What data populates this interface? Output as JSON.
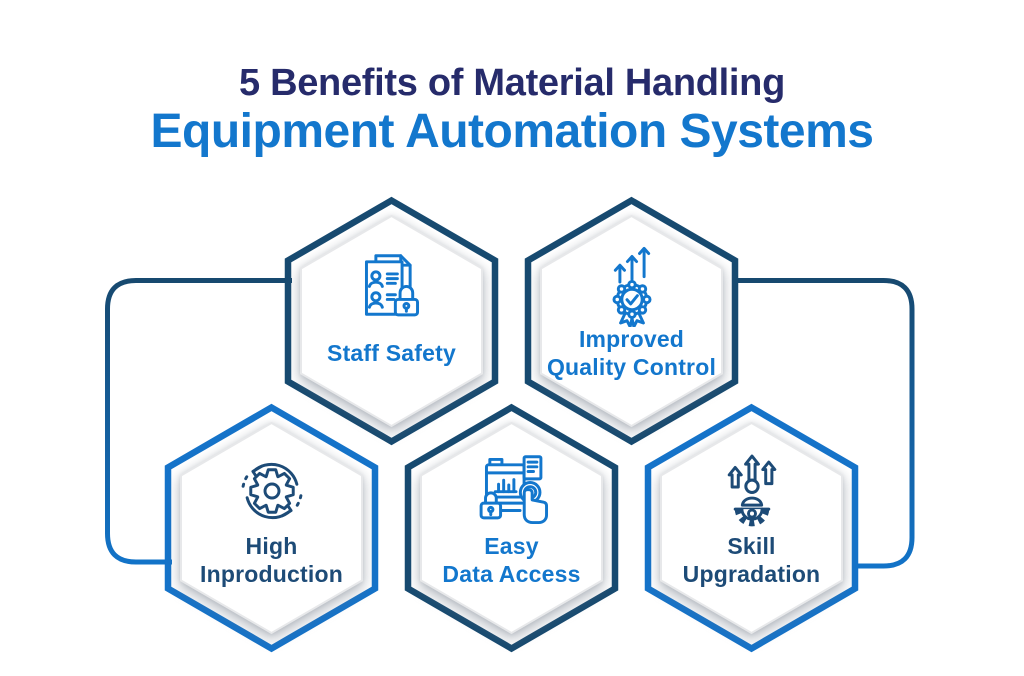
{
  "title": {
    "line1": "5 Benefits of Material Handling",
    "line2": "Equipment Automation Systems"
  },
  "benefits": [
    {
      "id": "staff-safety",
      "lines": [
        "Staff Safety"
      ],
      "icon": "document-lock-icon",
      "frame_color": "#174a70",
      "content_color": "#1377cd"
    },
    {
      "id": "improved-quality-control",
      "lines": [
        "Improved",
        "Quality Control"
      ],
      "icon": "award-arrows-icon",
      "frame_color": "#174a70",
      "content_color": "#1377cd"
    },
    {
      "id": "high-inproduction",
      "lines": [
        "High",
        "Inproduction"
      ],
      "icon": "gear-sync-icon",
      "frame_color": "#1573c9",
      "content_color": "#1d4b77"
    },
    {
      "id": "easy-data-access",
      "lines": [
        "Easy",
        "Data Access"
      ],
      "icon": "data-click-lock-icon",
      "frame_color": "#174a70",
      "content_color": "#1377cd"
    },
    {
      "id": "skill-upgradation",
      "lines": [
        "Skill",
        "Upgradation"
      ],
      "icon": "person-gear-growth-icon",
      "frame_color": "#1573c9",
      "content_color": "#1d4b77"
    }
  ],
  "colors": {
    "title_navy": "#262b6b",
    "title_blue": "#1377cd",
    "outline_navy": "#174a70",
    "outline_blue": "#1573c9",
    "text_blue": "#1377cd",
    "text_navy": "#1d4b77",
    "connector_top": "#17496f",
    "connector_bottom": "#1273c8",
    "background": "#ffffff"
  }
}
